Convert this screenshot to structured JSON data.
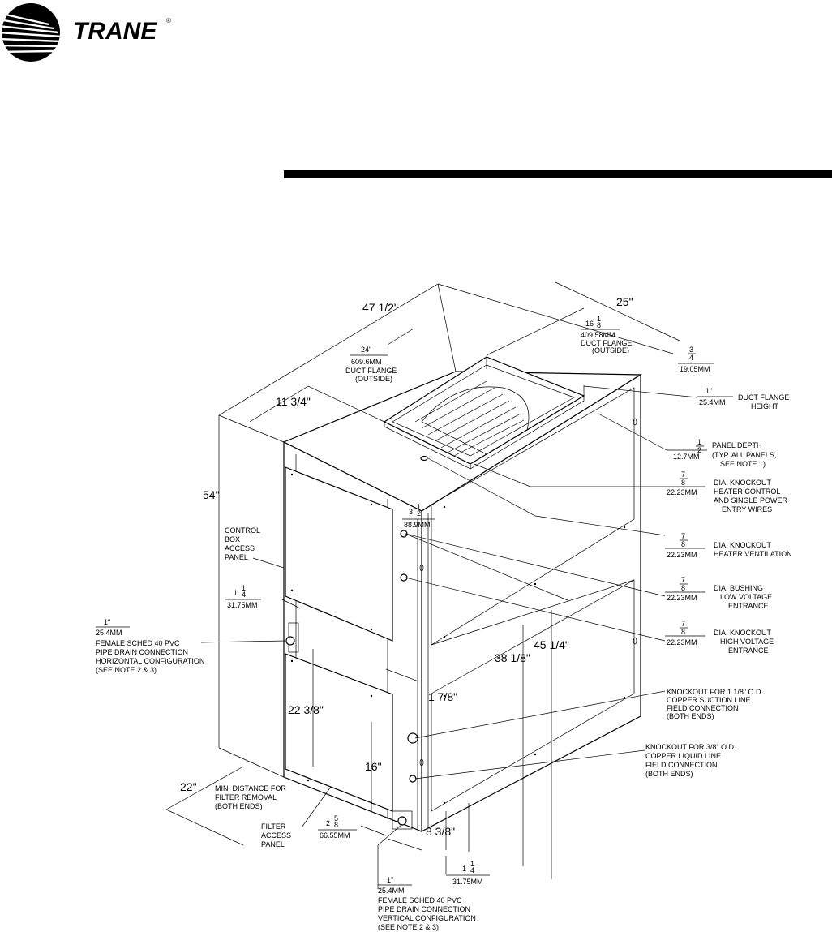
{
  "brand": {
    "name": "TRANE",
    "registered_mark": "®"
  },
  "dims": {
    "overall_length": "47 1/2\"",
    "depth": "25\"",
    "height": "54\"",
    "flange_offset": "11 3/4\"",
    "d_38": "38 1/8\"",
    "d_45": "45 1/4\"",
    "d_22_3_8": "22 3/8\"",
    "d_16": "16\"",
    "d_1_7_8": "1 7/8\"",
    "d_8_3_8": "8 3/8\"",
    "d_22": "22\""
  },
  "callouts": {
    "flange24": {
      "num": "24\"",
      "den": "609.6MM",
      "l1": "DUCT FLANGE",
      "l2": "(OUTSIDE)"
    },
    "flange16": {
      "whole": "16",
      "fnum": "1",
      "fden": "8",
      "den": "409.58MM",
      "l1": "DUCT FLANGE",
      "l2": "(OUTSIDE)"
    },
    "threeq": {
      "num": "3",
      "numden": "4",
      "den": "19.05MM"
    },
    "flangeheight": {
      "num": "1\"",
      "den": "25.4MM",
      "l1": "DUCT FLANGE",
      "l2": "HEIGHT"
    },
    "panel": {
      "num": "1",
      "numden": "2",
      "den": "12.7MM",
      "l1": "PANEL DEPTH",
      "l2": "(TYP. ALL PANELS,",
      "l3": "SEE NOTE 1)"
    },
    "ko_heater": {
      "num": "7",
      "numden": "8",
      "den": "22.23MM",
      "l1": "DIA.  KNOCKOUT",
      "l2": "HEATER CONTROL",
      "l3": "AND SINGLE POWER",
      "l4": "ENTRY WIRES"
    },
    "threehalf": {
      "whole": "3",
      "fnum": "1",
      "fden": "2",
      "den": "88.9MM"
    },
    "ko_vent": {
      "num": "7",
      "numden": "8",
      "den": "22.23MM",
      "l1": "DIA.  KNOCKOUT",
      "l2": "HEATER VENTILATION"
    },
    "bushing": {
      "num": "7",
      "numden": "8",
      "den": "22.23MM",
      "l1": "DIA. BUSHING",
      "l2": "LOW VOLTAGE",
      "l3": "ENTRANCE"
    },
    "ko_hv": {
      "num": "7",
      "numden": "8",
      "den": "22.23MM",
      "l1": "DIA. KNOCKOUT",
      "l2": "HIGH VOLTAGE",
      "l3": "ENTRANCE"
    },
    "suction": {
      "l1": "KNOCKOUT FOR 1 1/8\" O.D.",
      "l2": "COPPER SUCTION LINE",
      "l3": "FIELD CONNECTION",
      "l4": "(BOTH ENDS)"
    },
    "liquid": {
      "l1": "KNOCKOUT FOR 3/8\" O.D.",
      "l2": "COPPER LIQUID LINE",
      "l3": "FIELD CONNECTION",
      "l4": "(BOTH ENDS)"
    },
    "controlbox": {
      "l1": "CONTROL",
      "l2": "BOX",
      "l3": "ACCESS",
      "l4": "PANEL"
    },
    "onequarter": {
      "whole": "1",
      "fnum": "1",
      "fden": "4",
      "den": "31.75MM"
    },
    "drain_h": {
      "num": "1\"",
      "den": "25.4MM",
      "l1": "FEMALE SCHED 40 PVC",
      "l2": "PIPE DRAIN CONNECTION",
      "l3": "HORIZONTAL CONFIGURATION",
      "l4": "(SEE NOTE 2 & 3)"
    },
    "mindist": {
      "l1": "MIN. DISTANCE FOR",
      "l2": "FILTER REMOVAL",
      "l3": "(BOTH ENDS)"
    },
    "filter": {
      "l1": "FILTER",
      "l2": "ACCESS",
      "l3": "PANEL"
    },
    "twofive": {
      "whole": "2",
      "fnum": "5",
      "fden": "8",
      "den": "66.55MM"
    },
    "drain_v": {
      "num": "1\"",
      "den": "25.4MM",
      "l1": "FEMALE SCHED 40 PVC",
      "l2": "PIPE DRAIN CONNECTION",
      "l3": "VERTICAL CONFIGURATION",
      "l4": "(SEE NOTE 2 & 3)"
    },
    "onequarter_b": {
      "whole": "1",
      "fnum": "1",
      "fden": "4",
      "den": "31.75MM"
    }
  }
}
